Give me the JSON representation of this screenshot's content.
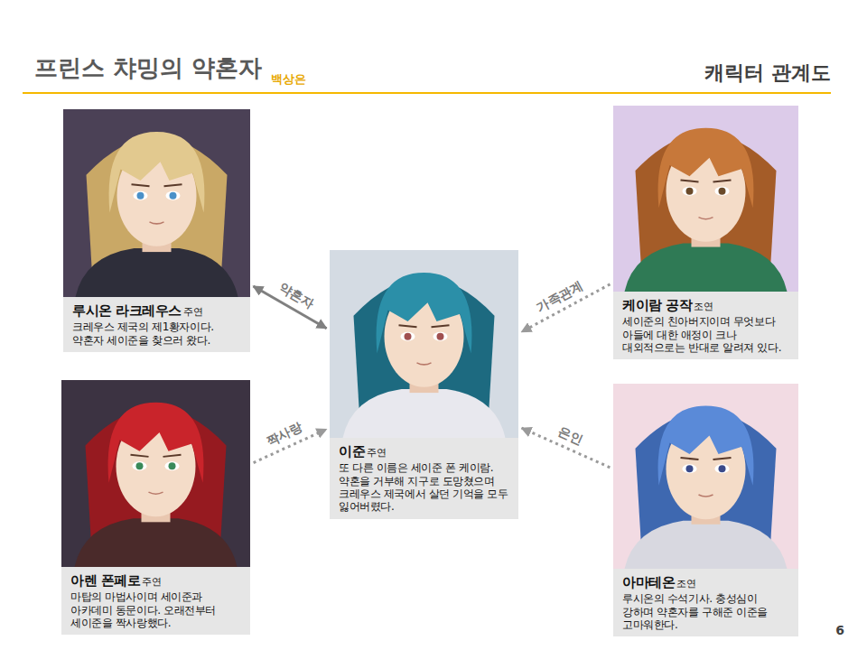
{
  "diagram": {
    "title": "프린스 챠밍의 약혼자",
    "nodes": [
      {
        "text": [
          "루시온 라크레우스",
          "주연",
          "크레우스 제국의 제1황자이다. 약혼자 세이준을 찾으러 왔다."
        ]
      },
      {
        "text": [
          "케이람 공작",
          "조연",
          "세이준의 친아버지이며 무엇보다 아들에 대한 애정이 크나 대외적으로는 반대로 알려져 있다."
        ]
      },
      {
        "text": [
          "이준",
          "주연",
          "또 다른 이름은 세이준 폰 케이람. 약혼을 거부해 지구로 도망쳤으며 크레우스 제국에서 살던 기억을 모두 잃어버렸다."
        ]
      },
      {
        "text": [
          "아렌 폰페로",
          "주연",
          "마탑의 마법사이며 세이준과 아카데미 동문이다. 오래전부터 세이준을 짝사랑했다."
        ]
      },
      {
        "text": [
          "아마테온",
          "조연",
          "루시온의 수석기사. 충성심이 강하며 약혼자를 구해준 이준을 고마워한다."
        ]
      }
    ],
    "edges": [
      {
        "from": 0,
        "to": 2,
        "arrow": "both",
        "label": "약혼자"
      },
      {
        "from": 1,
        "to": 2,
        "arrow": "to",
        "label": "가족관계"
      },
      {
        "from": 3,
        "to": 2,
        "arrow": "to",
        "label": "짝사랑"
      },
      {
        "from": 4,
        "to": 2,
        "arrow": "to",
        "label": "은인"
      }
    ],
    "labels": [
      "백상은",
      "캐릭터 관계도",
      "6"
    ]
  }
}
